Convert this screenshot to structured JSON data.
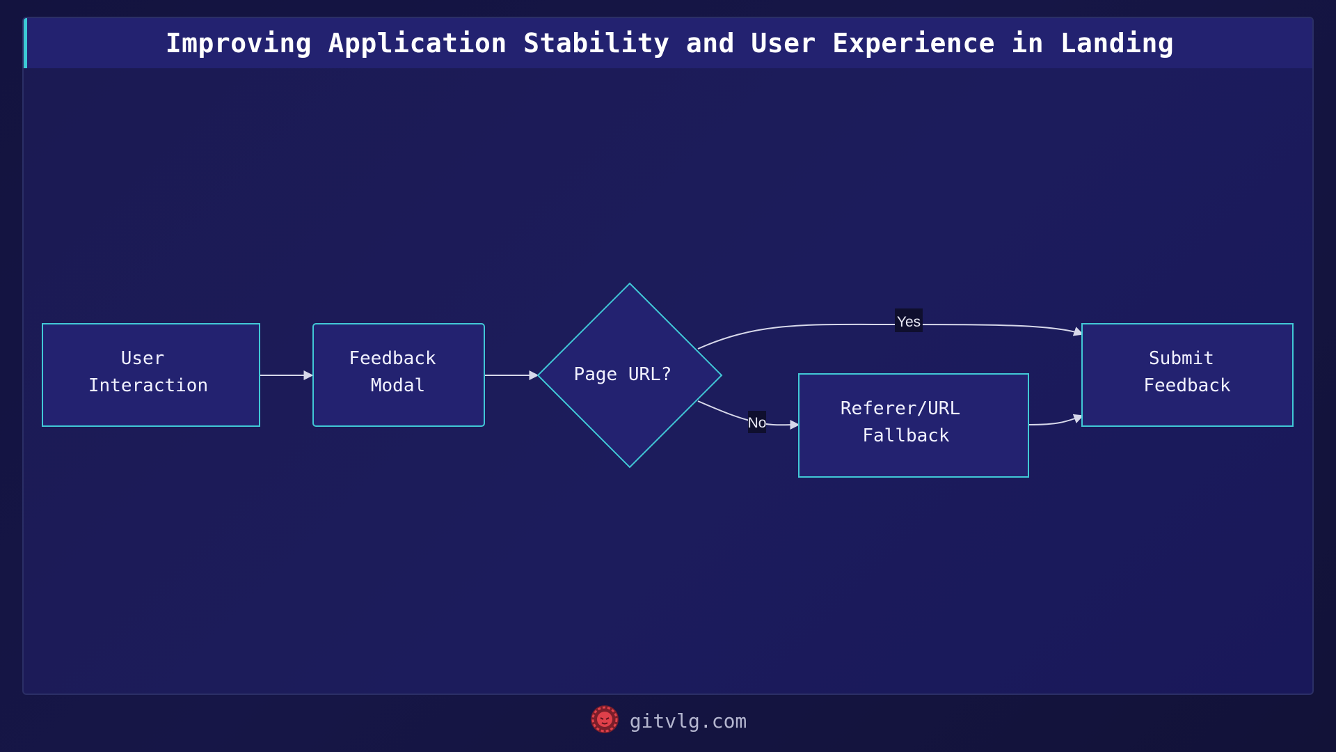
{
  "title": "Improving Application Stability and User Experience in Landing",
  "colors": {
    "node_fill": "#232270",
    "node_stroke": "#41c8d6",
    "edge": "#d7d8ea",
    "edge_label_bg": "#0f0f2e",
    "accent": "#3cc9d6",
    "logo": "#e0404a"
  },
  "diagram": {
    "nodes": {
      "user_interaction": {
        "line1": "User",
        "line2": "Interaction"
      },
      "feedback_modal": {
        "line1": "Feedback",
        "line2": "Modal"
      },
      "page_url": {
        "label": "Page URL?"
      },
      "referer_fallback": {
        "line1": "Referer/URL",
        "line2": "Fallback"
      },
      "submit_feedback": {
        "line1": "Submit",
        "line2": "Feedback"
      }
    },
    "edges": {
      "yes_label": "Yes",
      "no_label": "No"
    }
  },
  "footer": {
    "site": "gitvlg.com",
    "logo_icon": "lion-head-icon"
  }
}
